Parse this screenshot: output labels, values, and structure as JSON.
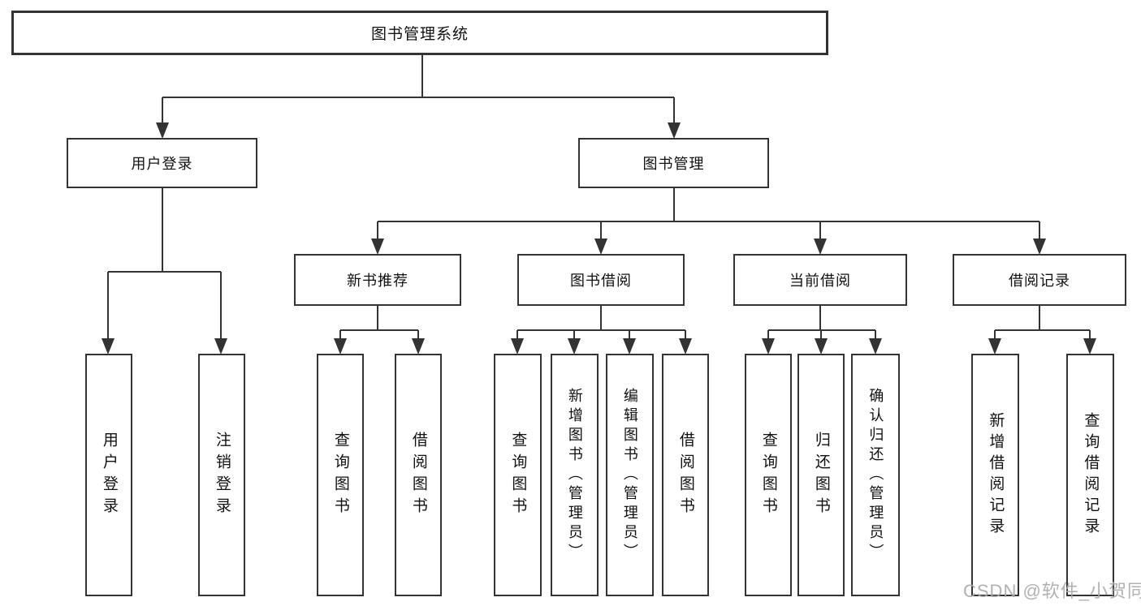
{
  "diagram_title": "图书管理系统",
  "nodes": {
    "root": "图书管理系统",
    "user_login": "用户登录",
    "book_mgmt": "图书管理",
    "new_book_rec": "新书推荐",
    "book_borrow": "图书借阅",
    "current_borrow": "当前借阅",
    "borrow_record": "借阅记录",
    "leaf_user_login": "用户登录",
    "leaf_logout": "注销登录",
    "leaf_query_book_1": "查询图书",
    "leaf_borrow_book_1": "借阅图书",
    "leaf_query_book_2": "查询图书",
    "leaf_add_book_admin": "新增图书（管理员）",
    "leaf_edit_book_admin": "编辑图书（管理员）",
    "leaf_borrow_book_2": "借阅图书",
    "leaf_query_book_3": "查询图书",
    "leaf_return_book": "归还图书",
    "leaf_confirm_return_admin": "确认归还（管理员）",
    "leaf_add_borrow_record": "新增借阅记录",
    "leaf_query_borrow_record": "查询借阅记录"
  },
  "hierarchy": {
    "图书管理系统": [
      "用户登录",
      "图书管理"
    ],
    "用户登录": [
      "用户登录",
      "注销登录"
    ],
    "图书管理": [
      "新书推荐",
      "图书借阅",
      "当前借阅",
      "借阅记录"
    ],
    "新书推荐": [
      "查询图书",
      "借阅图书"
    ],
    "图书借阅": [
      "查询图书",
      "新增图书（管理员）",
      "编辑图书（管理员）",
      "借阅图书"
    ],
    "当前借阅": [
      "查询图书",
      "归还图书",
      "确认归还（管理员）"
    ],
    "借阅记录": [
      "新增借阅记录",
      "查询借阅记录"
    ]
  },
  "watermark": "CSDN @软件_小贺同学",
  "colors": {
    "line": "#333333",
    "text": "#111111",
    "box_fill": "#ffffff",
    "background": "#ffffff",
    "watermark": "#a8a8a8"
  }
}
